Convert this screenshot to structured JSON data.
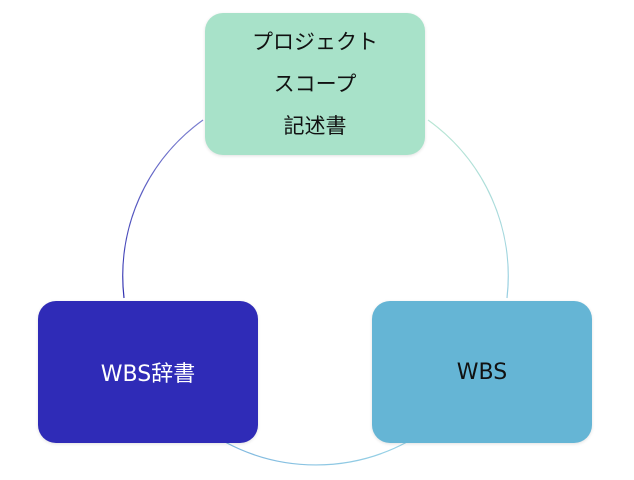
{
  "diagram": {
    "nodes": [
      {
        "id": "project-scope-statement",
        "lines": [
          "プロジェクト",
          "スコープ",
          "記述書"
        ],
        "color": "#a8e2c9"
      },
      {
        "id": "wbs-dictionary",
        "lines": [
          "WBS辞書"
        ],
        "color": "#2f2bb7"
      },
      {
        "id": "wbs",
        "lines": [
          "WBS"
        ],
        "color": "#65b5d5"
      }
    ],
    "connector_colors": {
      "left_arc": "#3c3aa3",
      "right_arc": "#9fd6d2",
      "bottom_arc": "#8ccbe2"
    }
  }
}
